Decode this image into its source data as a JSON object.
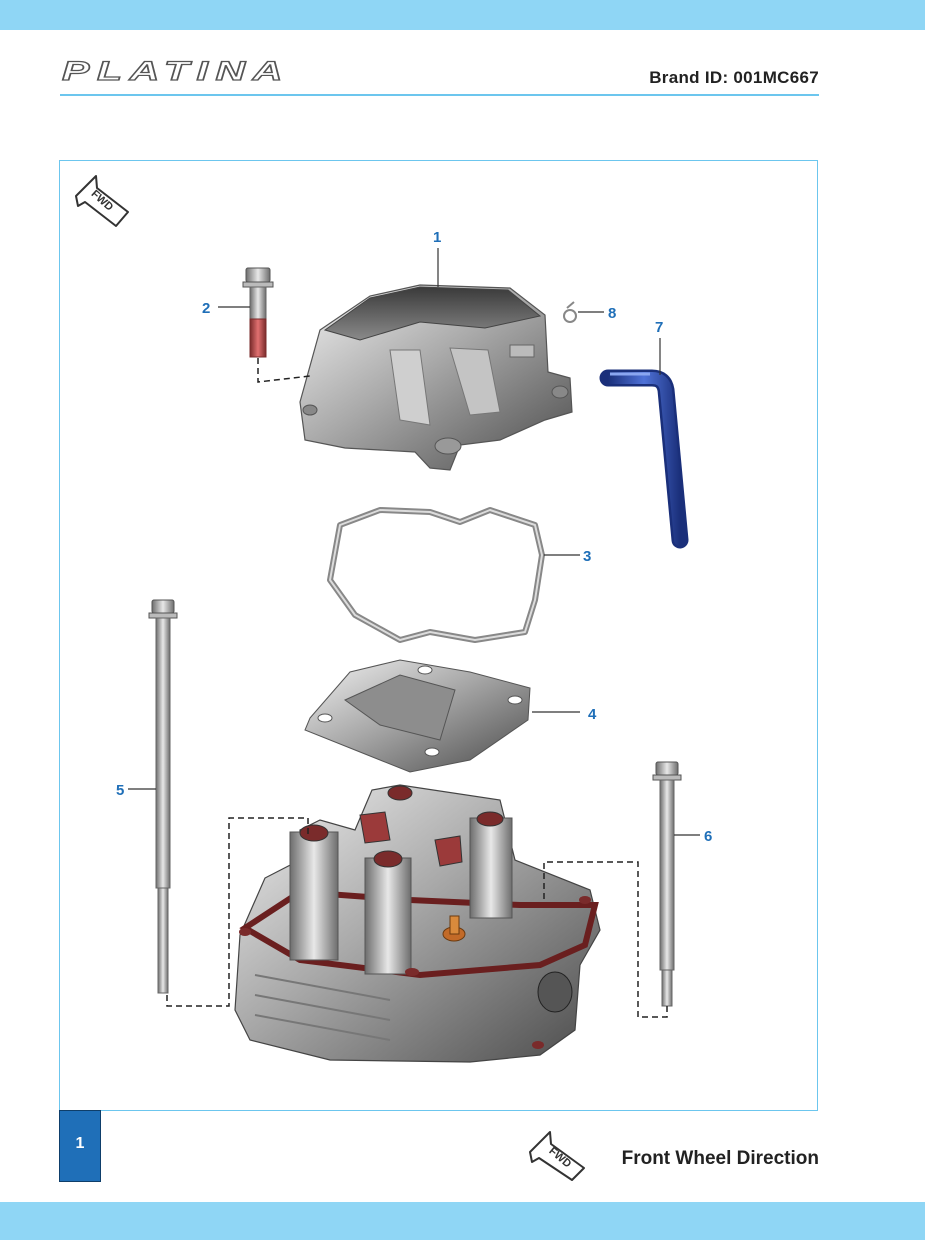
{
  "header": {
    "logo_text": "PLATINA",
    "brand_label": "Brand ID: 001MC667"
  },
  "diagram": {
    "fwd_badge": "FWD",
    "callouts": [
      "1",
      "2",
      "3",
      "4",
      "5",
      "6",
      "7",
      "8"
    ]
  },
  "footer": {
    "page_number": "1",
    "fwd_badge": "FWD",
    "legend_text": "Front Wheel Direction"
  },
  "colors": {
    "accent_bar": "#8fd6f5",
    "rule": "#6cc6ee",
    "callout": "#1f6fb8",
    "page_box": "#1f6fb8"
  }
}
